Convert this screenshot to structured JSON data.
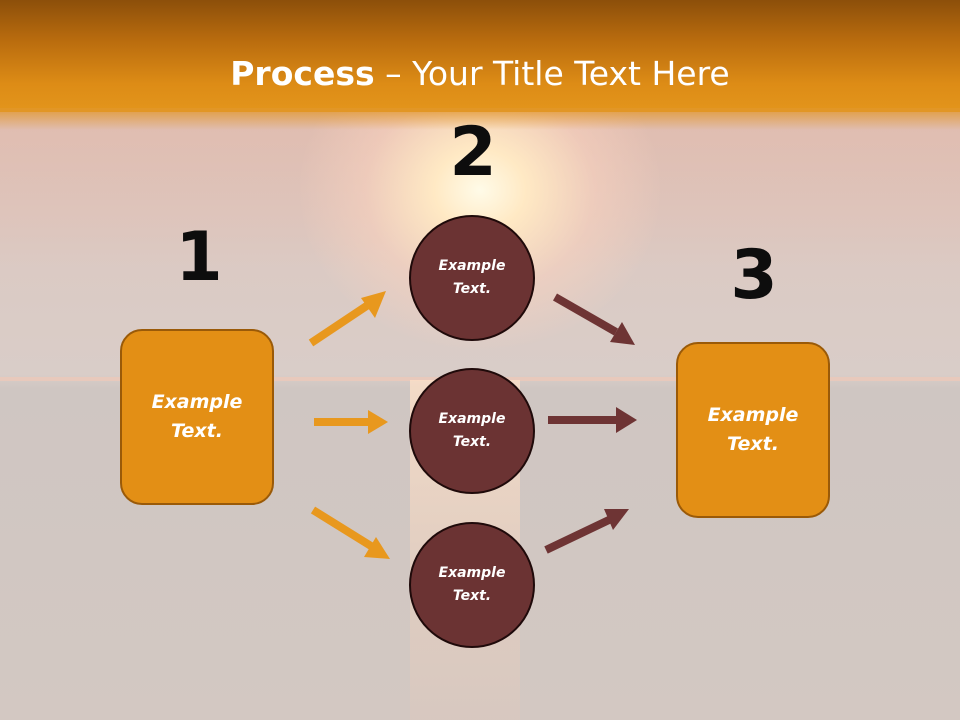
{
  "title": {
    "bold": "Process",
    "rest": " – Your Title Text Here"
  },
  "steps": {
    "one": "1",
    "two": "2",
    "three": "3"
  },
  "boxes": {
    "left": {
      "line1": "Example",
      "line2": "Text."
    },
    "right": {
      "line1": "Example",
      "line2": "Text."
    }
  },
  "circles": [
    {
      "line1": "Example",
      "line2": "Text."
    },
    {
      "line1": "Example",
      "line2": "Text."
    },
    {
      "line1": "Example",
      "line2": "Text."
    }
  ],
  "colors": {
    "title_bar": "#e3951c",
    "box_fill": "#e38f15",
    "circle_fill": "#6b3333",
    "arrow_orange": "#e8981e",
    "arrow_brown": "#6e3434",
    "number_text": "#0d0d0d"
  }
}
